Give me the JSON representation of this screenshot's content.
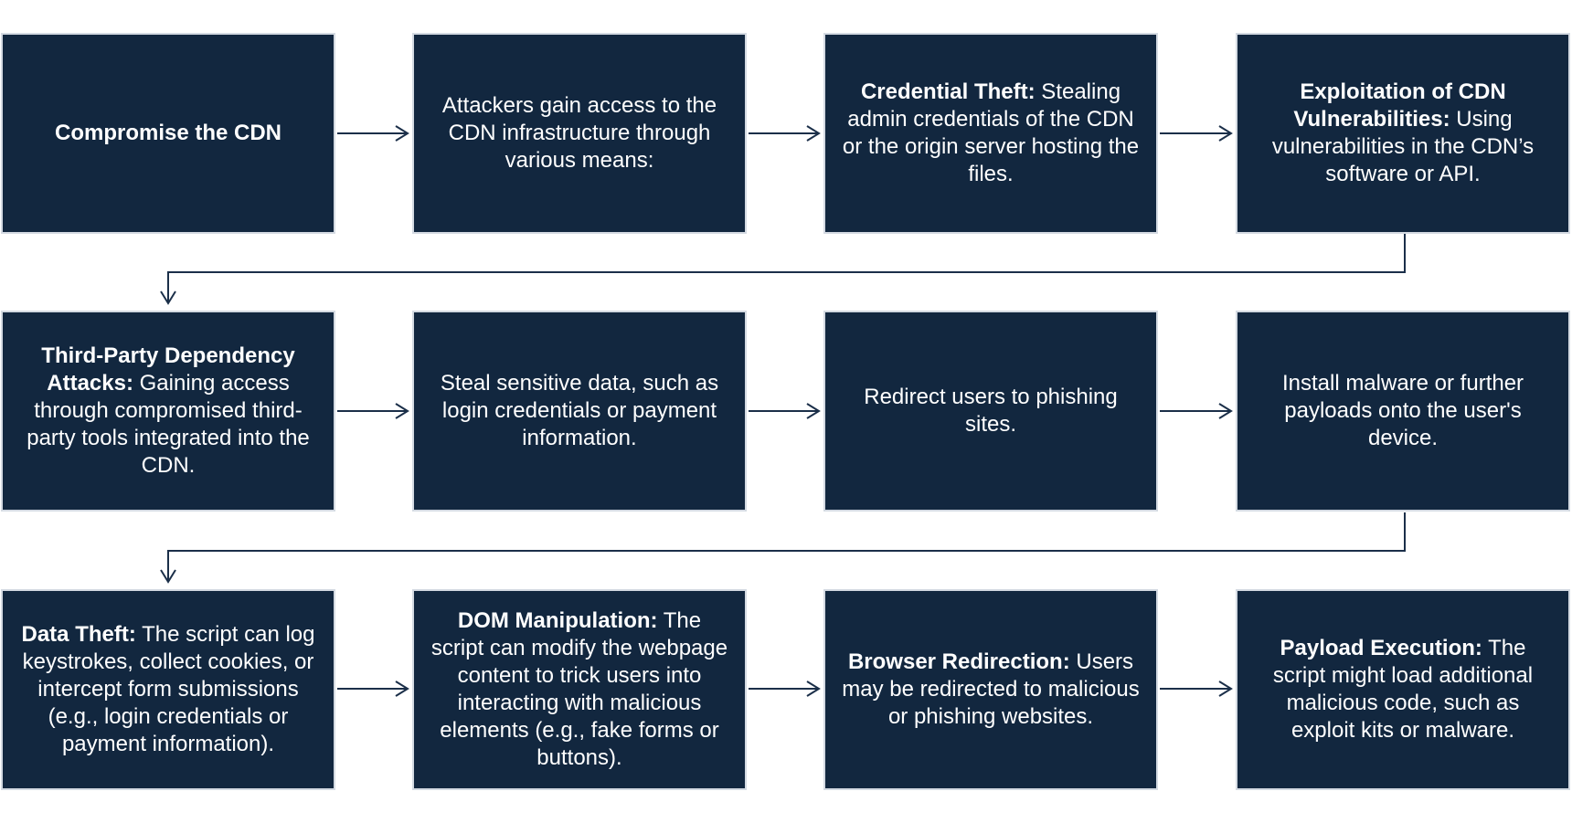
{
  "steps": [
    {
      "bold": "Compromise the CDN",
      "text": ""
    },
    {
      "bold": "",
      "text": "Attackers gain access to the CDN infrastructure through various means:"
    },
    {
      "bold": "Credential Theft:",
      "text": " Stealing admin credentials of the CDN or the origin server hosting the files."
    },
    {
      "bold": "Exploitation of CDN Vulnerabilities:",
      "text": " Using vulnerabilities in the CDN’s software or API."
    },
    {
      "bold": "Third-Party Dependency Attacks:",
      "text": " Gaining access through compromised third-party tools integrated into the CDN."
    },
    {
      "bold": "",
      "text": "Steal sensitive data, such as login credentials or payment information."
    },
    {
      "bold": "",
      "text": "Redirect users to phishing sites."
    },
    {
      "bold": "",
      "text": "Install malware or further payloads onto the user's device."
    },
    {
      "bold": "Data Theft:",
      "text": " The script can log keystrokes, collect cookies, or intercept form submissions (e.g., login credentials or payment information)."
    },
    {
      "bold": "DOM Manipulation:",
      "text": " The script can modify the webpage content to trick users into interacting with malicious elements (e.g., fake forms or buttons)."
    },
    {
      "bold": "Browser Redirection:",
      "text": " Users may be redirected to malicious or phishing websites."
    },
    {
      "bold": "Payload Execution:",
      "text": " The script might load additional malicious code, such as exploit kits or malware."
    }
  ],
  "colors": {
    "box_fill": "#12273f",
    "box_border": "#d4dae2",
    "text": "#ffffff",
    "connector": "#1b2f49",
    "background": "#ffffff"
  }
}
